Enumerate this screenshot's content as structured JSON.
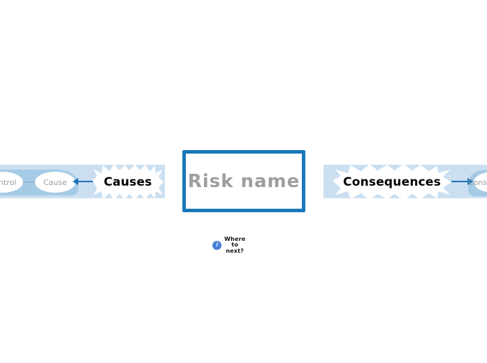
{
  "diagram": {
    "type": "bowtie-risk-mindmap",
    "center": {
      "label": "Risk name"
    },
    "causes": {
      "branch_label": "Causes",
      "nodes": [
        {
          "label": "Control"
        },
        {
          "label": "Cause"
        }
      ]
    },
    "consequences": {
      "branch_label": "Consequences",
      "nodes": [
        {
          "label": "Consequence"
        }
      ]
    },
    "note": {
      "icon": "info-icon",
      "icon_glyph": "i",
      "lines": [
        "Where",
        "to",
        "next?"
      ],
      "full_text": "Where to next?"
    },
    "colors": {
      "band": "#cbdff0",
      "inner_group": "#a5cae5",
      "center_border": "#1878b8",
      "center_text": "#9e9e9e",
      "arrow": "#1a71b6",
      "ellipse_text": "#9b9b9b",
      "burst_text": "#000000",
      "info_icon": "#4c80d8",
      "background": "#ffffff"
    }
  }
}
